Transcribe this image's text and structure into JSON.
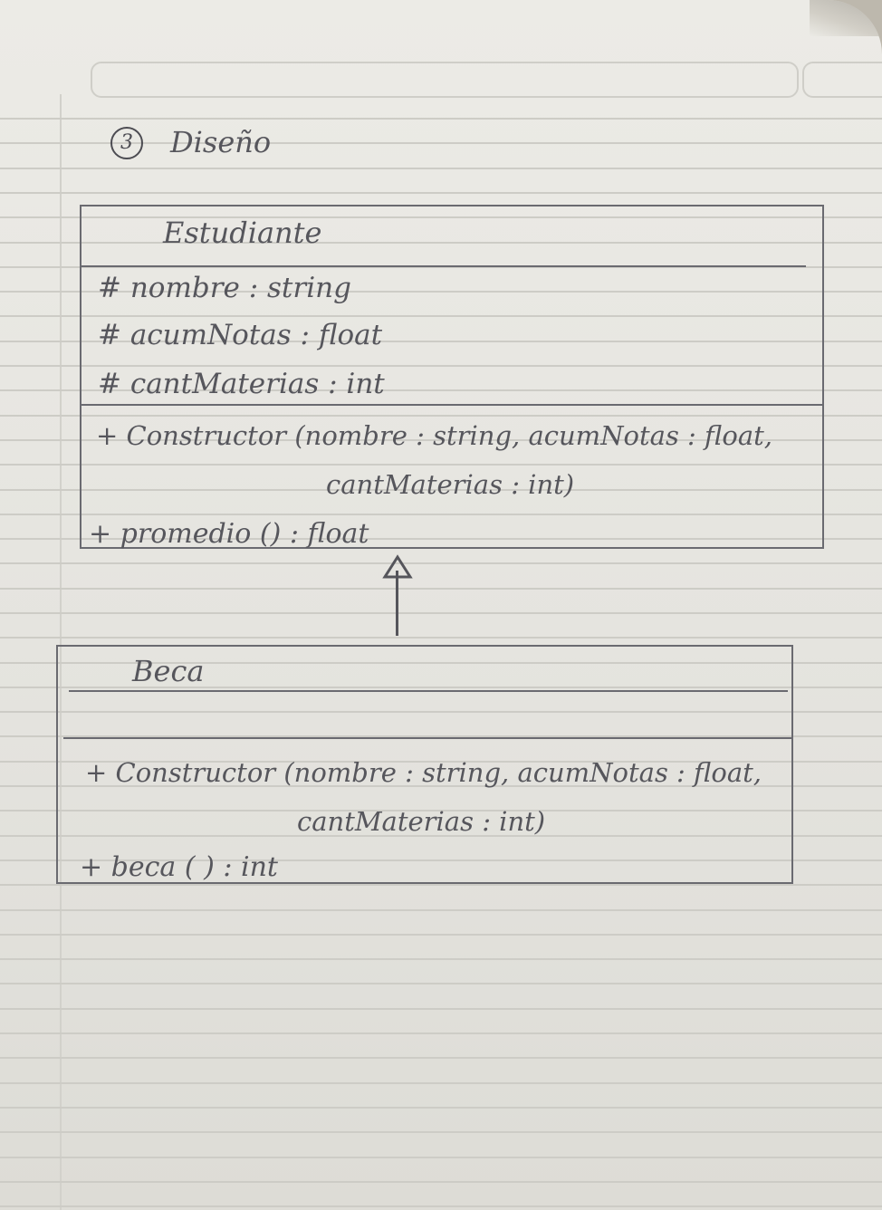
{
  "section": {
    "number": "3",
    "title": "Diseño"
  },
  "estudiante": {
    "name": "Estudiante",
    "attributes": [
      "# nombre : string",
      "# acumNotas : float",
      "# cantMaterias : int"
    ],
    "methods": [
      "+ Constructor (nombre : string, acumNotas : float,",
      "cantMaterias : int)",
      "+ promedio () : float"
    ]
  },
  "beca": {
    "name": "Beca",
    "methods": [
      "+ Constructor (nombre : string, acumNotas : float,",
      "cantMaterias : int)",
      "+ beca ( ) : int"
    ]
  },
  "relation": {
    "type": "inheritance",
    "from": "Beca",
    "to": "Estudiante"
  }
}
